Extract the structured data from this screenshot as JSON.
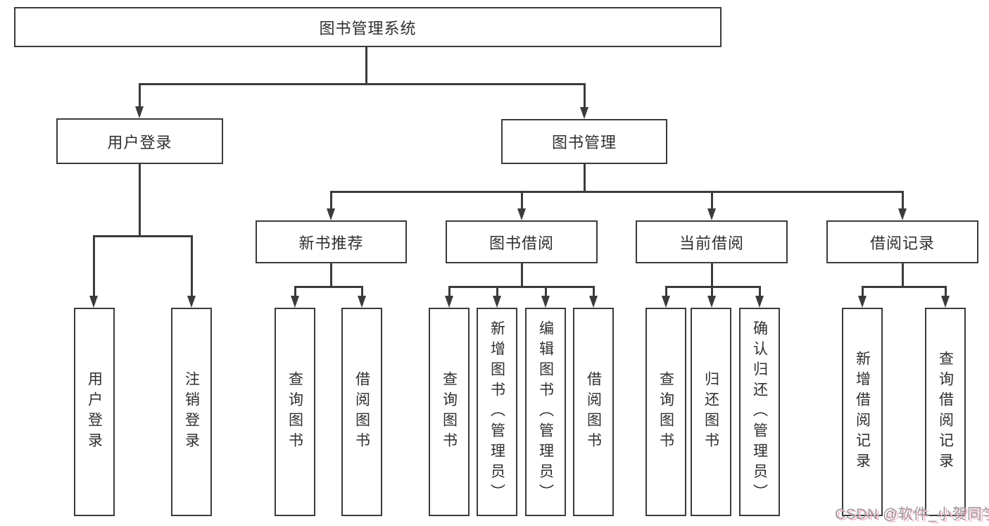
{
  "tree": {
    "root": {
      "label": "图书管理系统",
      "children": [
        {
          "label": "用户登录",
          "children": [
            {
              "label": "用户登录"
            },
            {
              "label": "注销登录"
            }
          ]
        },
        {
          "label": "图书管理",
          "children": [
            {
              "label": "新书推荐",
              "children": [
                {
                  "label": "查询图书"
                },
                {
                  "label": "借阅图书"
                }
              ]
            },
            {
              "label": "图书借阅",
              "children": [
                {
                  "label": "查询图书"
                },
                {
                  "label": "新增图书（管理员）"
                },
                {
                  "label": "编辑图书（管理员）"
                },
                {
                  "label": "借阅图书"
                }
              ]
            },
            {
              "label": "当前借阅",
              "children": [
                {
                  "label": "查询图书"
                },
                {
                  "label": "归还图书"
                },
                {
                  "label": "确认归还（管理员）"
                }
              ]
            },
            {
              "label": "借阅记录",
              "children": [
                {
                  "label": "新增借阅记录"
                },
                {
                  "label": "查询借阅记录"
                }
              ]
            }
          ]
        }
      ]
    }
  },
  "watermark": {
    "text": "CSDN @软件_小贺同学"
  },
  "colors": {
    "line": "#3b3b3b",
    "box_background": "#ffffff",
    "text": "#2f2f2f",
    "watermark_grey": "#9b9b9b",
    "watermark_pink": "#f7b9cb"
  }
}
